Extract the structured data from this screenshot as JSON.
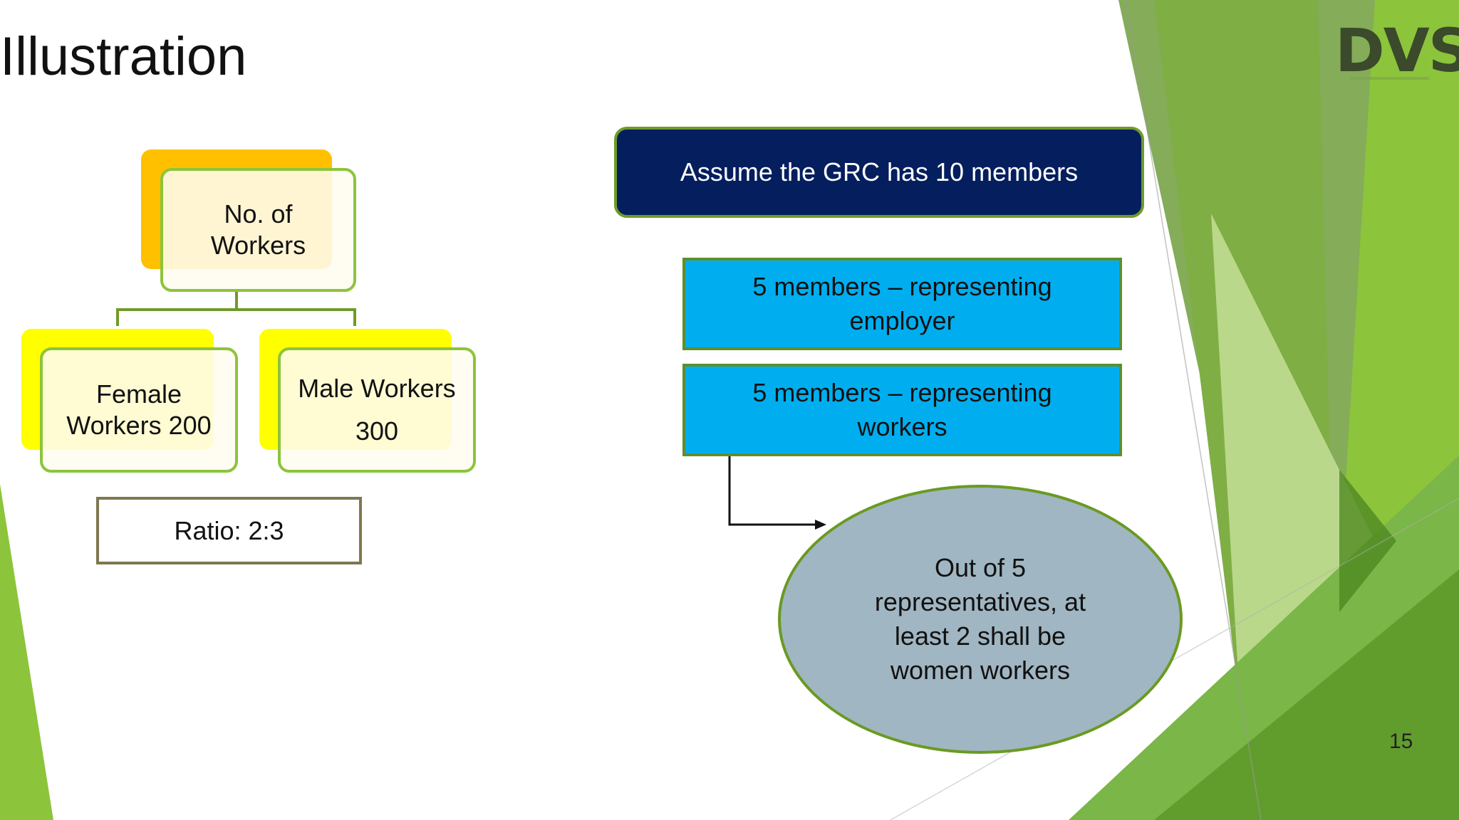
{
  "slide": {
    "title": "Illustration",
    "page_number": "15",
    "logo_text": "DVS"
  },
  "hierarchy": {
    "root": "No. of\nWorkers",
    "left": "Female\nWorkers 200",
    "right": "Male Workers\n300",
    "ratio": "Ratio: 2:3"
  },
  "flow": {
    "header": "Assume the GRC has 10 members",
    "employer": "5 members – representing\nemployer",
    "workers": "5 members – representing\nworkers",
    "note": "Out of 5\nrepresentatives, at\nleast 2 shall be\nwomen workers"
  },
  "colors": {
    "green_accent": "#8cc43c",
    "navy": "#041e5e",
    "cyan": "#00aeef",
    "ellipse": "#a0b6c2",
    "orange_back": "#ffc000",
    "yellow_back": "#ffff00"
  }
}
